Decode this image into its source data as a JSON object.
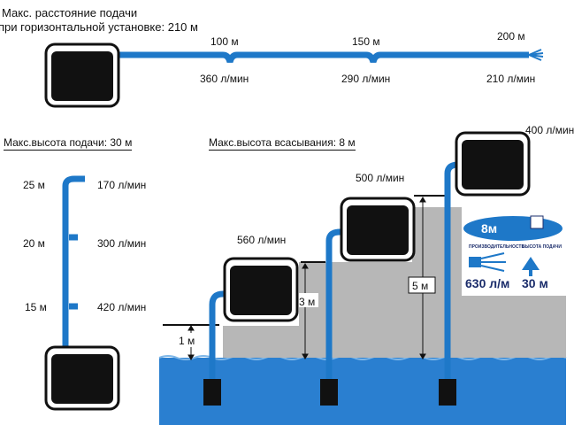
{
  "horizontal": {
    "title_line1": "Макс. расстояние подачи",
    "title_line2": "при горизонтальной установке: 210 м",
    "distances": [
      "100 м",
      "150 м",
      "200 м"
    ],
    "flows": [
      "360 л/мин",
      "290 л/мин",
      "210 л/мин"
    ]
  },
  "vertical": {
    "title": "Макс.высота подачи: 30 м",
    "heights": [
      "25 м",
      "20 м",
      "15 м"
    ],
    "flows": [
      "170 л/мин",
      "300 л/мин",
      "420 л/мин"
    ]
  },
  "suction": {
    "title": "Макс.высота всасывания: 8 м",
    "flows": [
      "560 л/мин",
      "500 л/мин",
      "400 л/мин"
    ],
    "depths": [
      "1 м",
      "3 м",
      "5 м"
    ]
  },
  "badge": {
    "suction_value": "8м",
    "label_performance": "ПРОИЗВОДИТЕЛЬНОСТЬ",
    "label_height": "ВЫСОТА ПОДАЧИ",
    "flow_value": "630 л/м",
    "height_value": "30 м"
  },
  "colors": {
    "hose": "#1e78c8",
    "water": "#2a7fd0",
    "ground": "#b7b7b7",
    "pump": "#111111",
    "badge_blue": "#1b2d6b"
  }
}
